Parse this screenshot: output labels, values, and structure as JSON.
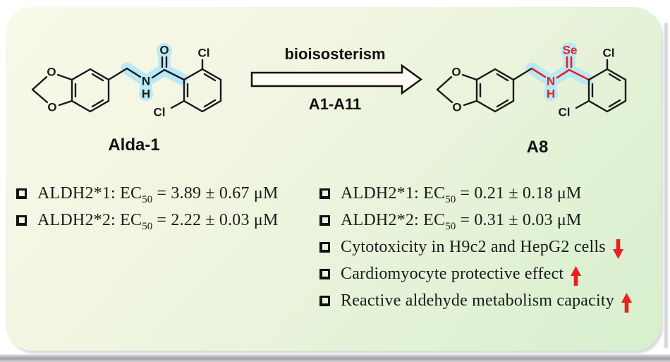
{
  "figure": {
    "transformation": {
      "arrow_top_label": "bioisosterism",
      "arrow_bottom_label": "A1-A11"
    },
    "molecules": {
      "left": {
        "name": "Alda-1",
        "atoms": {
          "dioxole_o_top": "O",
          "dioxole_o_bottom": "O",
          "amide_n": "N",
          "amide_h": "H",
          "chalcogen": "O",
          "cl_top": "Cl",
          "cl_bottom": "Cl"
        }
      },
      "right": {
        "name": "A8",
        "atoms": {
          "dioxole_o_top": "O",
          "dioxole_o_bottom": "O",
          "amide_n": "N",
          "amide_h": "H",
          "chalcogen": "Se",
          "cl_top": "Cl",
          "cl_bottom": "Cl"
        }
      }
    },
    "left_bullets": {
      "items": [
        {
          "prefix": "ALDH2*1: EC",
          "sub": "50",
          "rest": " = 3.89 ± 0.67 μM"
        },
        {
          "prefix": "ALDH2*2: EC",
          "sub": "50",
          "rest": " = 2.22 ± 0.03 μM"
        }
      ]
    },
    "right_bullets": {
      "items": [
        {
          "prefix": "ALDH2*1: EC",
          "sub": "50",
          "rest": " = 0.21 ± 0.18 μM"
        },
        {
          "prefix": "ALDH2*2: EC",
          "sub": "50",
          "rest": " = 0.31 ± 0.03 μM"
        },
        {
          "text": "Cytotoxicity in H9c2 and HepG2 cells",
          "trend": "down"
        },
        {
          "text": "Cardiomyocyte protective effect",
          "trend": "up"
        },
        {
          "text": "Reactive aldehyde metabolism capacity",
          "trend": "up"
        }
      ]
    },
    "colors": {
      "highlight_cyan": "#b9e9f6",
      "accent_red": "#e9201f",
      "bond_black": "#1a1a1a",
      "card_top_left": "#f8f9e8",
      "card_bottom_right": "#d7efcd"
    }
  }
}
